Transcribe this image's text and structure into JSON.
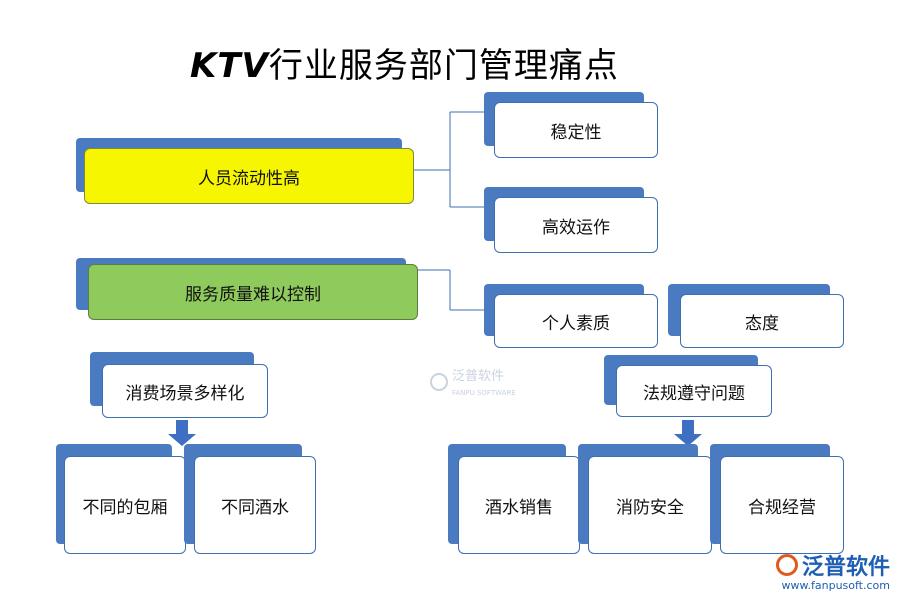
{
  "title": {
    "prefix": "KTV",
    "rest": "行业服务部门管理痛点"
  },
  "nodes": {
    "staff_turnover": "人员流动性高",
    "stability": "稳定性",
    "efficient_operation": "高效运作",
    "service_quality": "服务质量难以控制",
    "personal_quality": "个人素质",
    "attitude": "态度",
    "consumption_scenarios": "消费场景多样化",
    "different_rooms": "不同的包厢",
    "different_drinks": "不同酒水",
    "regulatory_compliance": "法规遵守问题",
    "alcohol_sales": "酒水销售",
    "fire_safety": "消防安全",
    "legal_operation": "合规经营"
  },
  "watermark": {
    "text": "泛普软件",
    "sub": "FANPU SOFTWARE"
  },
  "logo": {
    "name": "泛普软件",
    "url": "www.fanpusoft.com"
  },
  "colors": {
    "accent": "#4a7bc0",
    "highlight_yellow": "#f6f600",
    "highlight_green": "#8fca5c",
    "arrow": "#3e6fc2"
  }
}
